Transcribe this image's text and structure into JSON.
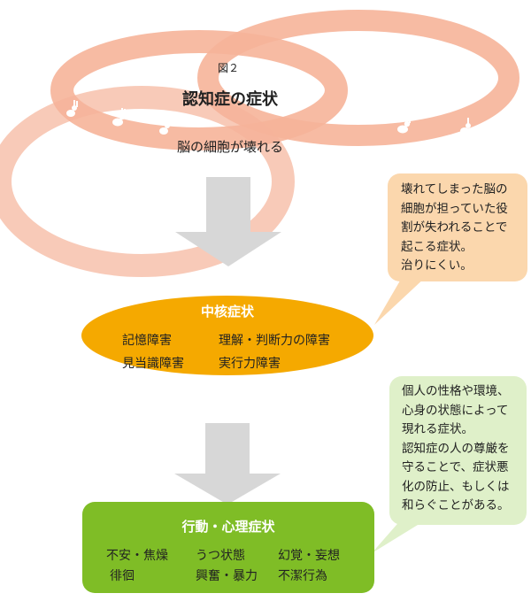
{
  "figure": {
    "label": "図２",
    "title": "認知症の症状",
    "subtitle": "脳の細胞が壊れる"
  },
  "core_symptoms": {
    "title": "中核症状",
    "items": [
      "記憶障害",
      "理解・判断力の障害",
      "見当識障害",
      "実行力障害"
    ]
  },
  "bpsd": {
    "title": "行動・心理症状",
    "items": [
      "不安・焦燥",
      "うつ状態",
      "幻覚・妄想",
      "徘徊",
      "興奮・暴力",
      "不潔行為"
    ]
  },
  "note_core": {
    "lines": [
      "壊れてしまった脳の",
      "細胞が担っていた役",
      "割が失われることで",
      "起こる症状。",
      "治りにくい。"
    ]
  },
  "note_bpsd": {
    "lines": [
      "個人の性格や環境、",
      "心身の状態によって",
      "現れる症状。",
      "認知症の人の尊厳を",
      "守ることで、症状悪",
      "化の防止、もしくは",
      "和らぐことがある。"
    ]
  },
  "colors": {
    "band": "#f39a78",
    "band_shadow": "#e9856a",
    "core_fill": "#f5a900",
    "bpsd_fill": "#7fbd26",
    "note_core_fill": "#fbd7ad",
    "note_bpsd_fill": "#dff0c9",
    "arrow": "#d7d7d7"
  },
  "icons": [
    "rabbit-icon"
  ]
}
